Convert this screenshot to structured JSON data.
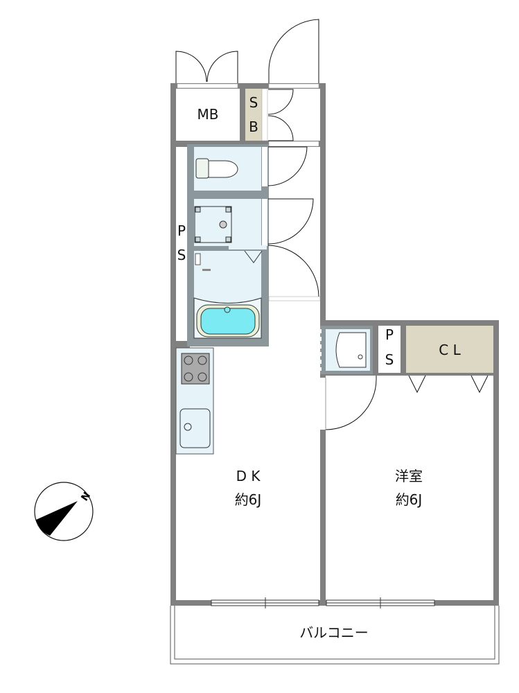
{
  "plan": {
    "rooms": {
      "mb": "MB",
      "sb_1": "S",
      "sb_2": "B",
      "ps_left_1": "P",
      "ps_left_2": "S",
      "ps_right_1": "P",
      "ps_right_2": "S",
      "cl": "C L",
      "dk_name": "D K",
      "dk_size": "約6J",
      "western_name": "洋室",
      "western_size": "約6J",
      "balcony": "バルコニー"
    },
    "compass": {
      "label": "N"
    },
    "colors": {
      "wall": "#808080",
      "wet_wall": "#8c979c",
      "wet_floor": "#e6f3f8",
      "storage": "#ddd8c4",
      "bath_water": "#7ceaf2"
    }
  }
}
